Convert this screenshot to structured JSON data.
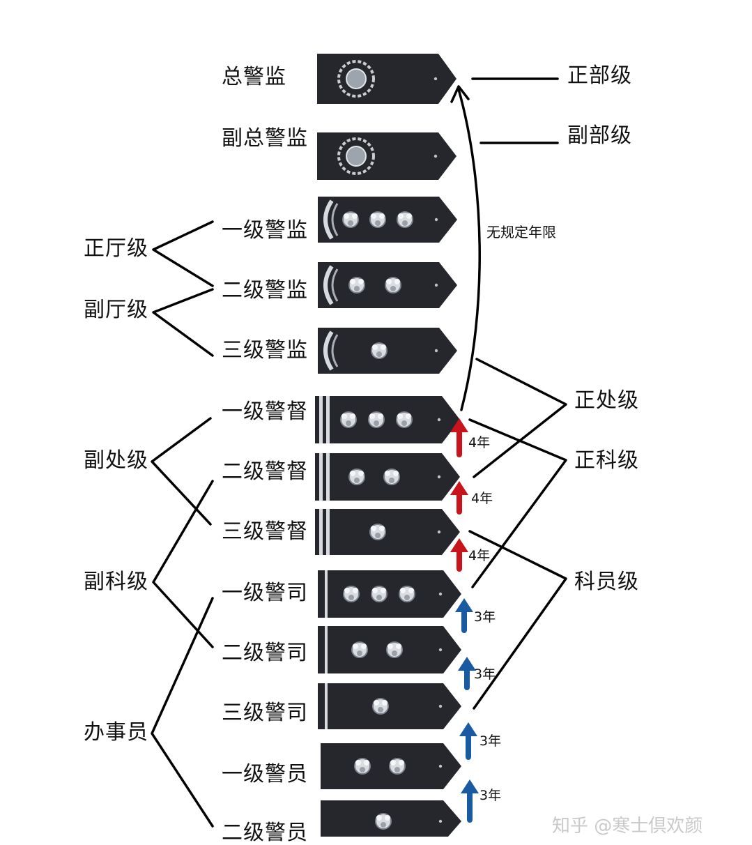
{
  "ranks": [
    {
      "label": "总警监"
    },
    {
      "label": "副总警监"
    },
    {
      "label": "一级警监"
    },
    {
      "label": "二级警监"
    },
    {
      "label": "三级警监"
    },
    {
      "label": "一级警督"
    },
    {
      "label": "二级警督"
    },
    {
      "label": "三级警督"
    },
    {
      "label": "一级警司"
    },
    {
      "label": "二级警司"
    },
    {
      "label": "三级警司"
    },
    {
      "label": "一级警员"
    },
    {
      "label": "二级警员"
    }
  ],
  "levels_left": {
    "zhengting": "正厅级",
    "futing": "副厅级",
    "fuchu": "副处级",
    "fuke": "副科级",
    "banshiyuan": "办事员"
  },
  "levels_right": {
    "zhengbu": "正部级",
    "fubu": "副部级",
    "zhengchu": "正处级",
    "zhengke": "正科级",
    "keyuan": "科员级"
  },
  "no_limit_text": "无规定年限",
  "years": [
    "4年",
    "4年",
    "4年",
    "3年",
    "3年",
    "3年",
    "3年"
  ],
  "watermark": "知乎 @寒士倶欢颜",
  "colors": {
    "board": "#25272d",
    "red_arrow": "#c8141c",
    "blue_arrow": "#1a5aa0",
    "line": "#000000"
  }
}
